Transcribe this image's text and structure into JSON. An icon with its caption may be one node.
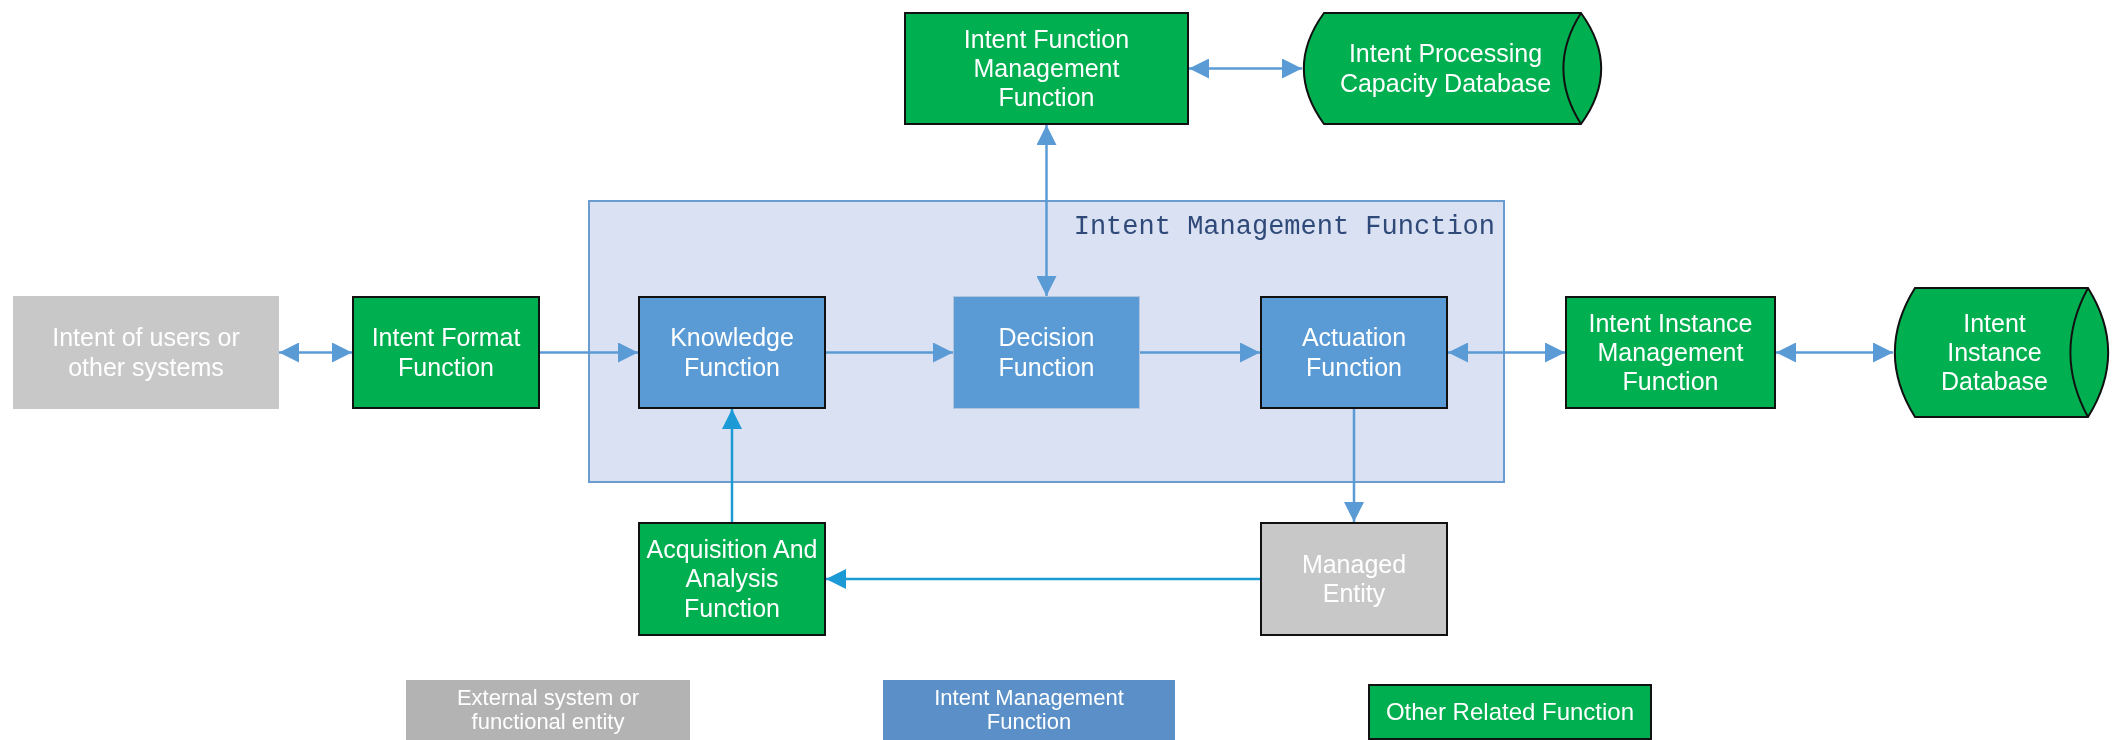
{
  "diagram": {
    "nodes": [
      {
        "text": [
          "Intent Function Management Function"
        ]
      },
      {
        "text": [
          "Intent Processing Capacity Database"
        ]
      },
      {
        "text": [
          "Intent Management Function"
        ]
      },
      {
        "text": [
          "Intent of users or other systems"
        ]
      },
      {
        "text": [
          "Intent Format Function"
        ]
      },
      {
        "text": [
          "Knowledge Function"
        ],
        "in": 2
      },
      {
        "text": [
          "Decision Function"
        ],
        "in": 2
      },
      {
        "text": [
          "Actuation Function"
        ],
        "in": 2
      },
      {
        "text": [
          "Intent Instance Management Function"
        ]
      },
      {
        "text": [
          "Intent Instance Database"
        ]
      },
      {
        "text": [
          "Acquisition And Analysis Function"
        ]
      },
      {
        "text": [
          "Managed Entity"
        ]
      }
    ],
    "edges": [
      {
        "from": 3,
        "to": 4,
        "arrow": "both"
      },
      {
        "from": 4,
        "to": 5,
        "arrow": "to"
      },
      {
        "from": 5,
        "to": 6,
        "arrow": "to"
      },
      {
        "from": 6,
        "to": 7,
        "arrow": "to"
      },
      {
        "from": 6,
        "to": 0,
        "arrow": "both"
      },
      {
        "from": 0,
        "to": 1,
        "arrow": "both"
      },
      {
        "from": 7,
        "to": 8,
        "arrow": "both"
      },
      {
        "from": 8,
        "to": 9,
        "arrow": "both"
      },
      {
        "from": 7,
        "to": 11,
        "arrow": "to"
      },
      {
        "from": 11,
        "to": 10,
        "arrow": "to",
        "color": "#1b9ad6"
      },
      {
        "from": 10,
        "to": 5,
        "arrow": "to",
        "color": "#1b9ad6"
      }
    ],
    "legend": [
      {
        "text": "External system or functional entity",
        "color": "#b3b3b3"
      },
      {
        "text": "Intent Management Function",
        "color": "#5b8fc7"
      },
      {
        "text": "Other Related Function",
        "color": "#00b050"
      }
    ]
  }
}
